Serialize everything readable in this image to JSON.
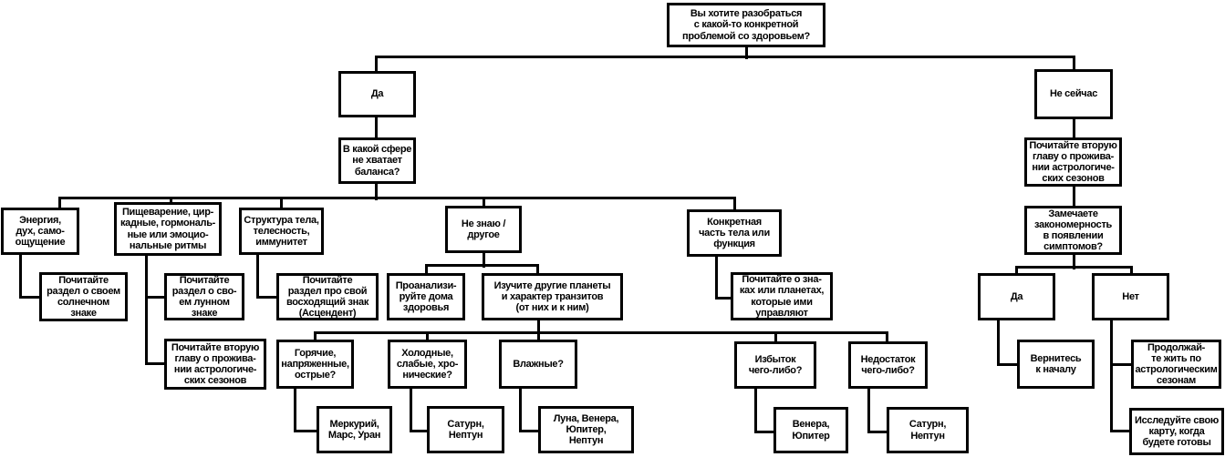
{
  "diagram": {
    "background_color": "#ffffff",
    "box_fill_color": "#ffffff",
    "box_border_color": "#000000",
    "line_color": "#000000",
    "text_color": "#000000"
  },
  "nodes": {
    "start": {
      "label": "Вы хотите разобраться\nс какой-то конкретной\nпроблемой со здоровьем?"
    },
    "yes": {
      "label": "Да"
    },
    "not_now": {
      "label": "Не сейчас"
    },
    "sphere": {
      "label": "В какой сфере\nне хватает\nбаланса?"
    },
    "read_seasons_right": {
      "label": "Почитайте вторую\nглаву о прожива-\nнии астрологиче-\nских сезонов"
    },
    "energy": {
      "label": "Энергия,\nдух, само-\nощущение"
    },
    "digestion": {
      "label": "Пищеварение, цир-\nкадные, гормональ-\nные или эмоцио-\nнальные ритмы"
    },
    "structure": {
      "label": "Структура тела,\nтелесность,\nиммунитет"
    },
    "unknown": {
      "label": "Не знаю /\nдругое"
    },
    "body_part": {
      "label": "Конкретная\nчасть тела или\nфункция"
    },
    "pattern": {
      "label": "Замечаете\nзакономерность\nв появлении\nсимптомов?"
    },
    "sun_sign": {
      "label": "Почитайте\nраздел о своем\nсолнечном\nзнаке"
    },
    "moon_sign": {
      "label": "Почитайте\nраздел о сво-\nем лунном\nзнаке"
    },
    "ascendant": {
      "label": "Почитайте\nраздел про свой\nвосходящий знак\n(Асцендент)"
    },
    "houses": {
      "label": "Проанализи-\nруйте дома\nздоровья"
    },
    "planets": {
      "label": "Изучите другие планеты\nи характер транзитов\n(от них и к ним)"
    },
    "signs_planets": {
      "label": "Почитайте о зна-\nках или планетах,\nкоторые ими\nуправляют"
    },
    "yes2": {
      "label": "Да"
    },
    "no2": {
      "label": "Нет"
    },
    "read_seasons_left": {
      "label": "Почитайте вторую\nглаву о прожива-\nнии астрологиче-\nских сезонов"
    },
    "hot": {
      "label": "Горячие,\nнапряженные,\nострые?"
    },
    "cold": {
      "label": "Холодные,\nслабые, хро-\nнические?"
    },
    "wet": {
      "label": "Влажные?"
    },
    "excess": {
      "label": "Избыток\nчего-либо?"
    },
    "deficiency": {
      "label": "Недостаток\nчего-либо?"
    },
    "restart": {
      "label": "Вернитесь\nк началу"
    },
    "seasons_live": {
      "label": "Продолжай-\nте жить по\nастрологическим\nсезонам"
    },
    "mercury_mars": {
      "label": "Меркурий,\nМарс, Уран"
    },
    "saturn_neptune1": {
      "label": "Сатурн,\nНептун"
    },
    "moon_venus": {
      "label": "Луна, Венера,\nЮпитер,\nНептун"
    },
    "venus_jupiter": {
      "label": "Венера,\nЮпитер"
    },
    "saturn_neptune2": {
      "label": "Сатурн,\nНептун"
    },
    "explore_chart": {
      "label": "Исследуйте свою\nкарту, когда\nбудете готовы"
    }
  },
  "connections": [
    {
      "from": "start",
      "to": "yes"
    },
    {
      "from": "start",
      "to": "not_now"
    },
    {
      "from": "yes",
      "to": "sphere"
    },
    {
      "from": "sphere",
      "to": "energy"
    },
    {
      "from": "sphere",
      "to": "digestion"
    },
    {
      "from": "sphere",
      "to": "structure"
    },
    {
      "from": "sphere",
      "to": "unknown"
    },
    {
      "from": "sphere",
      "to": "body_part"
    },
    {
      "from": "energy",
      "to": "sun_sign"
    },
    {
      "from": "digestion",
      "to": "moon_sign"
    },
    {
      "from": "digestion",
      "to": "read_seasons_left"
    },
    {
      "from": "structure",
      "to": "ascendant"
    },
    {
      "from": "unknown",
      "to": "houses"
    },
    {
      "from": "unknown",
      "to": "planets"
    },
    {
      "from": "planets",
      "to": "hot"
    },
    {
      "from": "planets",
      "to": "cold"
    },
    {
      "from": "planets",
      "to": "wet"
    },
    {
      "from": "planets",
      "to": "excess"
    },
    {
      "from": "planets",
      "to": "deficiency"
    },
    {
      "from": "hot",
      "to": "mercury_mars"
    },
    {
      "from": "cold",
      "to": "saturn_neptune1"
    },
    {
      "from": "wet",
      "to": "moon_venus"
    },
    {
      "from": "excess",
      "to": "venus_jupiter"
    },
    {
      "from": "deficiency",
      "to": "saturn_neptune2"
    },
    {
      "from": "body_part",
      "to": "signs_planets"
    },
    {
      "from": "not_now",
      "to": "read_seasons_right"
    },
    {
      "from": "read_seasons_right",
      "to": "pattern"
    },
    {
      "from": "pattern",
      "to": "yes2"
    },
    {
      "from": "pattern",
      "to": "no2"
    },
    {
      "from": "yes2",
      "to": "restart"
    },
    {
      "from": "no2",
      "to": "seasons_live"
    },
    {
      "from": "no2",
      "to": "explore_chart"
    }
  ]
}
